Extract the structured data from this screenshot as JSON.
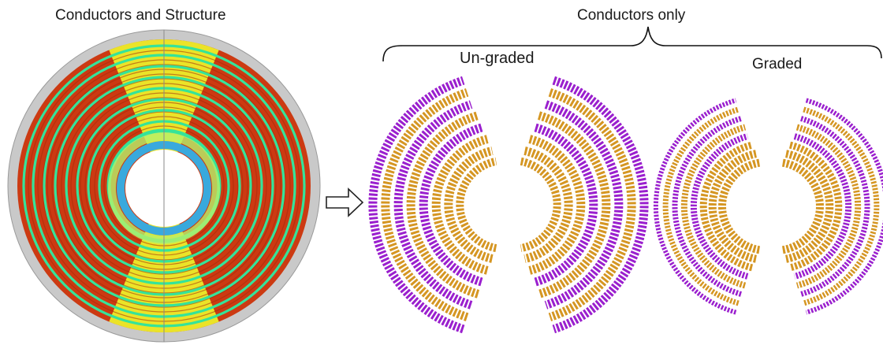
{
  "labels": {
    "left_title": "Conductors and Structure",
    "right_title": "Conductors only",
    "ungraded": "Un-graded",
    "graded": "Graded"
  },
  "colors": {
    "structure_gray": "#c9c9c9",
    "conductor_red": "#cc3a12",
    "conductor_yellow": "#eef22a",
    "spacer_green": "#35e39a",
    "bore_blue": "#39a9dd",
    "cable_purple": "#9a1fce",
    "cable_orange": "#d59622"
  },
  "icons": {
    "arrow": "right-arrow-icon",
    "brace": "curly-brace-icon"
  }
}
